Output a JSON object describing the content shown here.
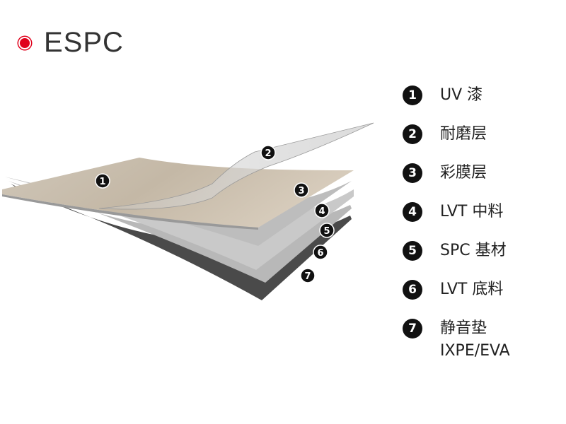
{
  "title": "ESPC",
  "accent_color": "#e0001b",
  "layers": [
    {
      "number": "1",
      "label": "UV 漆"
    },
    {
      "number": "2",
      "label": "耐磨层"
    },
    {
      "number": "3",
      "label": "彩膜层"
    },
    {
      "number": "4",
      "label": "LVT 中料"
    },
    {
      "number": "5",
      "label": "SPC 基材"
    },
    {
      "number": "6",
      "label": "LVT 底料"
    },
    {
      "number": "7",
      "label": "静音垫",
      "label2": "IXPE/EVA"
    }
  ]
}
